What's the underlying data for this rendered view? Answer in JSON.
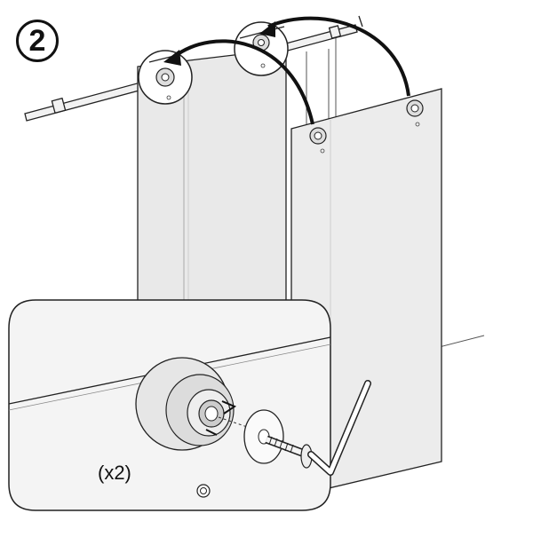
{
  "step": {
    "number": "2"
  },
  "detail": {
    "quantity_label": "(x2)"
  },
  "colors": {
    "panel_fill": "#e9e9e9",
    "panel_front_fill": "#ececec",
    "outline": "#1a1a1a",
    "arrow": "#111111",
    "wall_lines": "#555555",
    "detail_bg": "#f4f4f4"
  },
  "icons": {
    "step_marker": "circled-number",
    "rotate_arrow": "rotate-arrow-icon",
    "hex_key": "allen-key-icon"
  }
}
